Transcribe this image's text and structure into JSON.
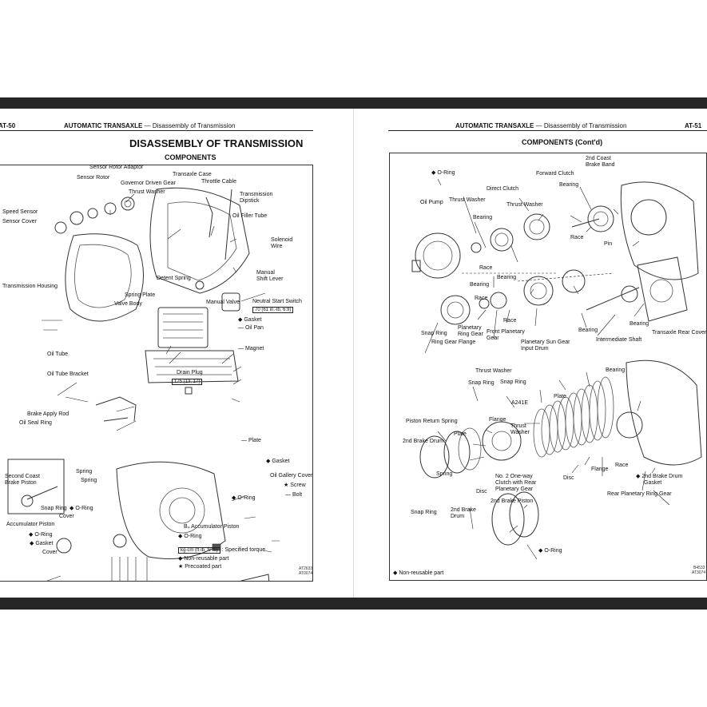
{
  "left": {
    "page_no": "AT-50",
    "section": "AUTOMATIC TRANSAXLE",
    "subsection": "Disassembly of Transmission",
    "title": "DISASSEMBLY OF TRANSMISSION",
    "subtitle": "COMPONENTS",
    "labels": {
      "sensor_rotor_adaptor": "Sensor Rotor Adaptor",
      "sensor_rotor": "Sensor Rotor",
      "governor_driven_gear": "Governor Driven Gear",
      "thrust_washer": "Thrust Washer",
      "transaxle_case": "Transaxle Case",
      "throttle_cable": "Throttle Cable",
      "transmission_dipstick_1": "Transmission",
      "transmission_dipstick_2": "Dipstick",
      "speed_sensor": "Speed Sensor",
      "sensor_cover": "Sensor Cover",
      "oil_filler_tube": "Oil Filler Tube",
      "solenoid_wire_1": "Solenoid",
      "solenoid_wire_2": "Wire",
      "manual_shift_lever_1": "Manual",
      "manual_shift_lever_2": "Shift Lever",
      "transmission_housing": "Transmission Housing",
      "detent_spring": "Detent Spring",
      "spring_plate": "Spring Plate",
      "valve_body": "Valve Body",
      "manual_valve": "Manual Valve",
      "neutral_start_switch": "Neutral Start Switch",
      "nss_torque": "70 (61 in.-lb, 6.9)",
      "gasket": "Gasket",
      "oil_pan": "Oil Pan",
      "oil_tube": "Oil Tube",
      "magnet": "Magnet",
      "oil_tube_bracket": "Oil Tube Bracket",
      "drain_plug": "Drain Plug",
      "drain_torque": "175 (13, 17)",
      "brake_apply_rod": "Brake Apply Rod",
      "oil_seal_ring": "Oil Seal Ring",
      "plate": "Plate",
      "gasket2": "Gasket",
      "spring_a": "Spring",
      "spring_b": "Spring",
      "second_coast_brake_piston_1": "Second Coast",
      "second_coast_brake_piston_2": "Brake Piston",
      "oil_gallery_cover": "Oil Gallery Cover",
      "screw": "Screw",
      "bolt": "Bolt",
      "snap_ring": "Snap Ring",
      "o_ring_a": "O-Ring",
      "cover_a": "Cover",
      "o_ring_b": "O-Ring",
      "accumulator_piston": "Accumulator Piston",
      "b4_accumulator_piston": "B₄ Accumulator Piston",
      "o_ring_c": "O-Ring",
      "o_ring_d": "O-Ring",
      "gasket3": "Gasket",
      "cover_b": "Cover"
    },
    "legend": {
      "torque_box": "kg-cm (ft-lb, N·m)",
      "torque_text": ": Specified torque",
      "non_reusable": "Non-reusable part",
      "precoated": "Precoated part"
    },
    "fig_code_1": "AT2633",
    "fig_code_2": "AT0074"
  },
  "right": {
    "page_no": "AT-51",
    "section": "AUTOMATIC TRANSAXLE",
    "subsection": "Disassembly of Transmission",
    "title": "COMPONENTS (Cont'd)",
    "labels": {
      "o_ring_top": "O-Ring",
      "second_coast_brake_band_1": "2nd Coast",
      "second_coast_brake_band_2": "Brake Band",
      "forward_clutch": "Forward Clutch",
      "direct_clutch": "Direct Clutch",
      "oil_pump": "Oil Pump",
      "thrust_washer_a": "Thrust Washer",
      "thrust_washer_b": "Thrust Washer",
      "bearing_a": "Bearing",
      "bearing_b": "Bearing",
      "bearing_c": "Bearing",
      "race_a": "Race",
      "race_b": "Race",
      "pin": "Pin",
      "bearing_d": "Bearing",
      "race_c": "Race",
      "race_d": "Race",
      "snap_ring_a": "Snap Ring",
      "planetary_ring_gear_1": "Planetary",
      "planetary_ring_gear_2": "Ring Gear",
      "ring_gear_flange": "Ring Gear Flange",
      "front_planetary_gear_1": "Front Planetary",
      "front_planetary_gear_2": "Gear",
      "planetary_sun_gear_1": "Planetary Sun Gear",
      "planetary_sun_gear_2": "Input Drum",
      "bearing_e": "Bearing",
      "bearing_f": "Bearing",
      "intermediate_shaft": "Intermediate Shaft",
      "transaxle_rear_cover": "Transaxle Rear Cover",
      "thrust_washer_c": "Thrust Washer",
      "bearing_g": "Bearing",
      "snap_ring_b": "Snap Ring",
      "snap_ring_c": "Snap Ring",
      "plate_a": "Plate",
      "a241e": "A241E",
      "piston_return_spring": "Piston Return Spring",
      "flange_a": "Flange",
      "thrust_washer_d_1": "Thrust",
      "thrust_washer_d_2": "Washer",
      "second_brake_drum": "2nd Brake Drum",
      "plate_b": "Plate",
      "spring_r": "Spring",
      "flange_b": "Flange",
      "race_e": "Race",
      "second_brake_drum_gasket_1": "2nd Brake Drum",
      "second_brake_drum_gasket_2": "Gasket",
      "one_way_clutch_1": "No. 2 One-way",
      "one_way_clutch_2": "Clutch with Rear",
      "one_way_clutch_3": "Planetary Gear",
      "disc_a": "Disc",
      "disc_b": "Disc",
      "rear_planetary_ring_gear": "Rear Planetary Ring Gear",
      "snap_ring_d": "Snap Ring",
      "second_brake_piston": "2nd Brake Piston",
      "second_brake_drum_b_1": "2nd Brake",
      "second_brake_drum_b_2": "Drum",
      "o_ring_bottom": "O-Ring"
    },
    "legend": {
      "non_reusable": "Non-reusable part"
    },
    "fig_code_1": "B4533",
    "fig_code_2": "AT3074"
  }
}
